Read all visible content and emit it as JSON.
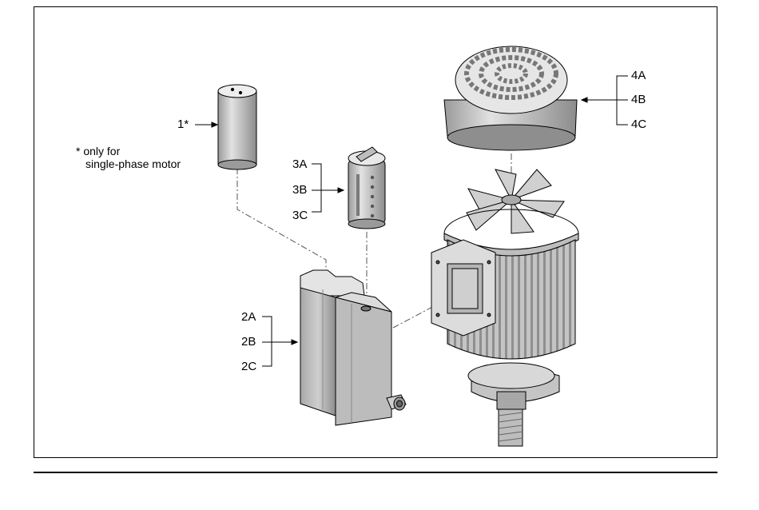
{
  "callouts": {
    "p1": "1*",
    "p2a": "2A",
    "p2b": "2B",
    "p2c": "2C",
    "p3a": "3A",
    "p3b": "3B",
    "p3c": "3C",
    "p4a": "4A",
    "p4b": "4B",
    "p4c": "4C"
  },
  "note": {
    "line1": "*  only for",
    "line2": "single-phase motor"
  },
  "colors": {
    "metal_light": "#d6d6d6",
    "metal_mid": "#b0b0b0",
    "metal_dark": "#8a8a8a",
    "ink": "#000000"
  }
}
